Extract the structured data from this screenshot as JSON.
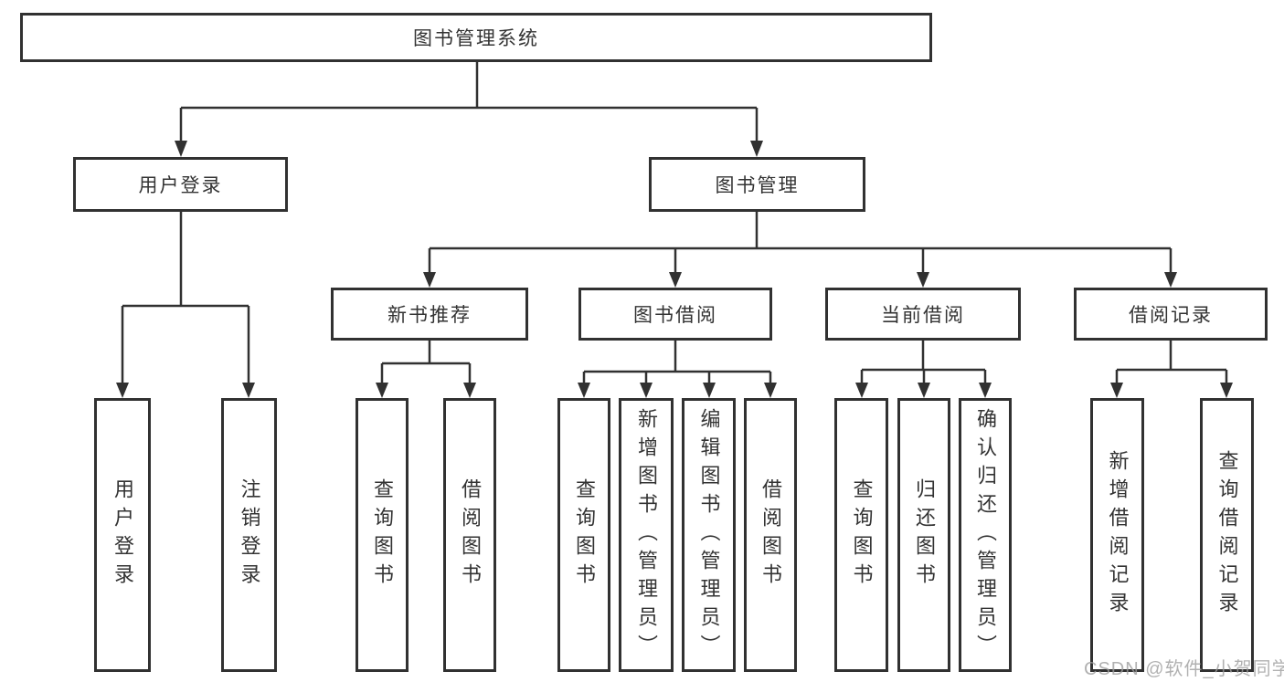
{
  "diagram": {
    "root": "图书管理系统",
    "branches": [
      {
        "label": "用户登录",
        "children": [
          "用户登录",
          "注销登录"
        ]
      },
      {
        "label": "图书管理",
        "groups": [
          {
            "label": "新书推荐",
            "children": [
              "查询图书",
              "借阅图书"
            ]
          },
          {
            "label": "图书借阅",
            "children": [
              "查询图书",
              "新增图书（管理员）",
              "编辑图书（管理员）",
              "借阅图书"
            ]
          },
          {
            "label": "当前借阅",
            "children": [
              "查询图书",
              "归还图书",
              "确认归还（管理员）"
            ]
          },
          {
            "label": "借阅记录",
            "children": [
              "新增借阅记录",
              "查询借阅记录"
            ]
          }
        ]
      }
    ]
  },
  "watermark": {
    "text": "CSDN @软件_小贺同学"
  },
  "colors": {
    "line": "#313131",
    "text": "#333333",
    "watermark": "#9e9e9e",
    "background": "#ffffff"
  }
}
